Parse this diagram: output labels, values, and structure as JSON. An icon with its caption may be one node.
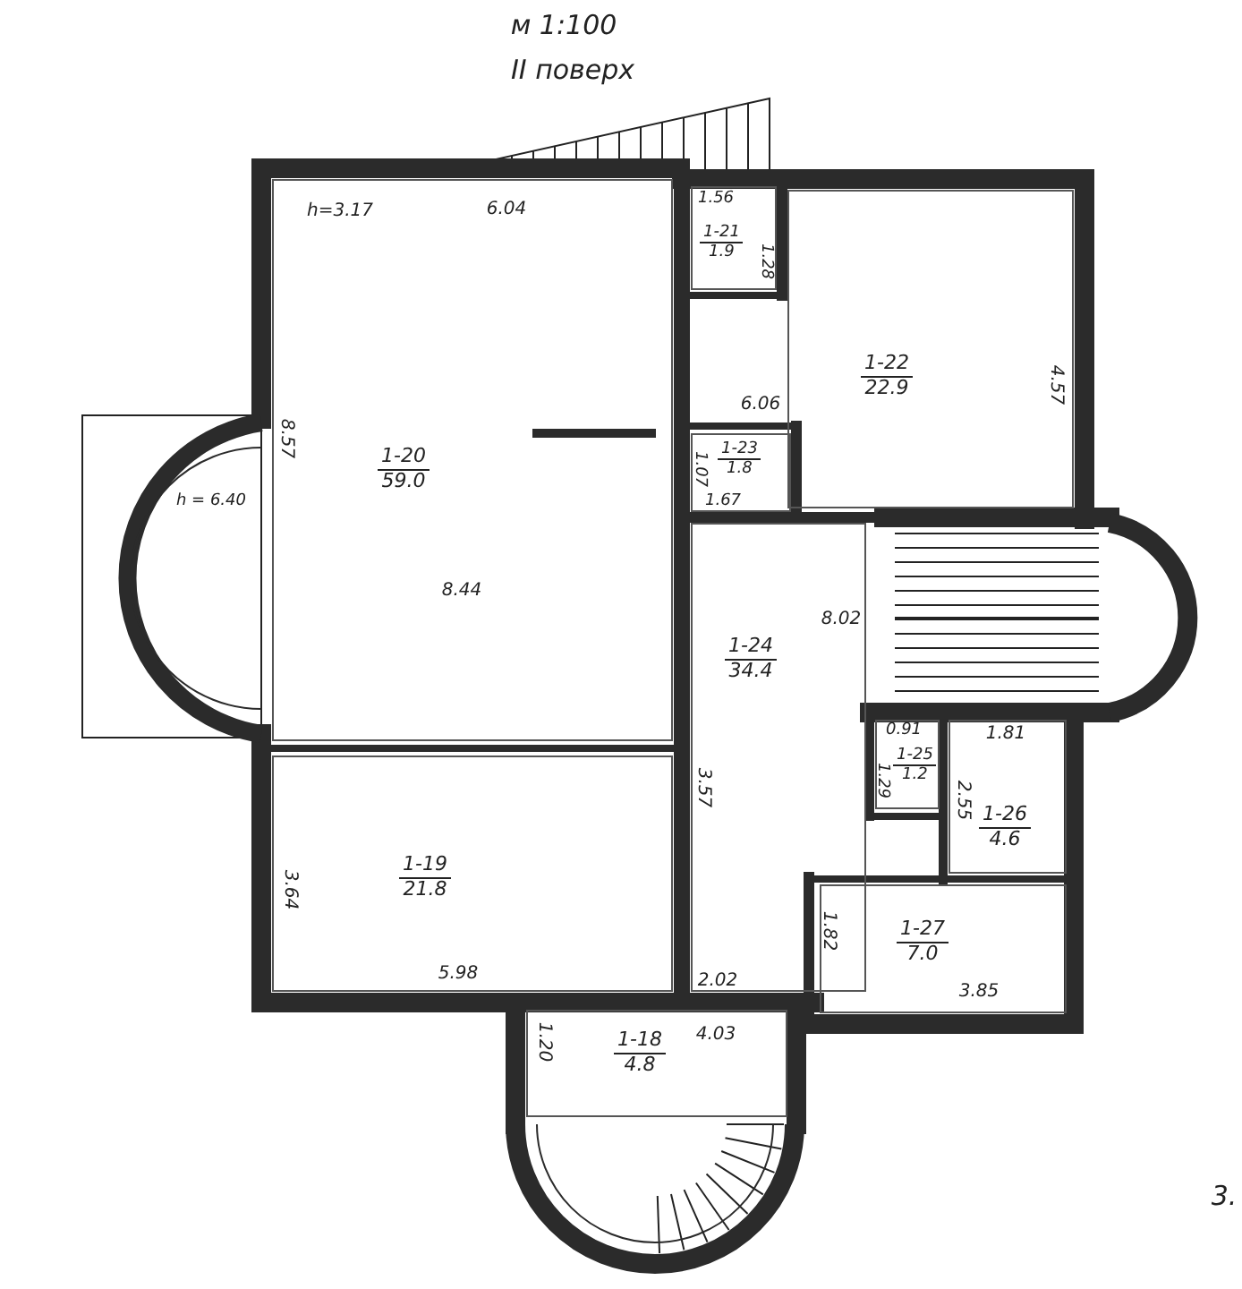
{
  "diagram": {
    "title": "ІІ поверх",
    "nodes": [
      {
        "text": [
          "1-20",
          "59.0"
        ]
      },
      {
        "text": [
          "1-21",
          "1.9"
        ]
      },
      {
        "text": [
          "1-22",
          "22.9"
        ]
      },
      {
        "text": [
          "1-23",
          "1.8"
        ]
      },
      {
        "text": [
          "1-24",
          "34.4"
        ]
      },
      {
        "text": [
          "1-25",
          "1.2"
        ]
      },
      {
        "text": [
          "1-26",
          "4.6"
        ]
      },
      {
        "text": [
          "1-27",
          "7.0"
        ]
      },
      {
        "text": [
          "1-19",
          "21.8"
        ]
      },
      {
        "text": [
          "1-18",
          "4.8"
        ]
      }
    ],
    "labels": [
      "м 1:100",
      "h=3.17",
      "6.04",
      "1.56",
      "1.28",
      "8.57",
      "6.06",
      "4.57",
      "h = 6.40",
      "1.07",
      "1.67",
      "8.44",
      "8.02",
      "0.91",
      "1.81",
      "1.29",
      "2.55",
      "3.57",
      "3.64",
      "1.82",
      "5.98",
      "2.02",
      "3.85",
      "4.03",
      "1.20",
      "3."
    ]
  }
}
